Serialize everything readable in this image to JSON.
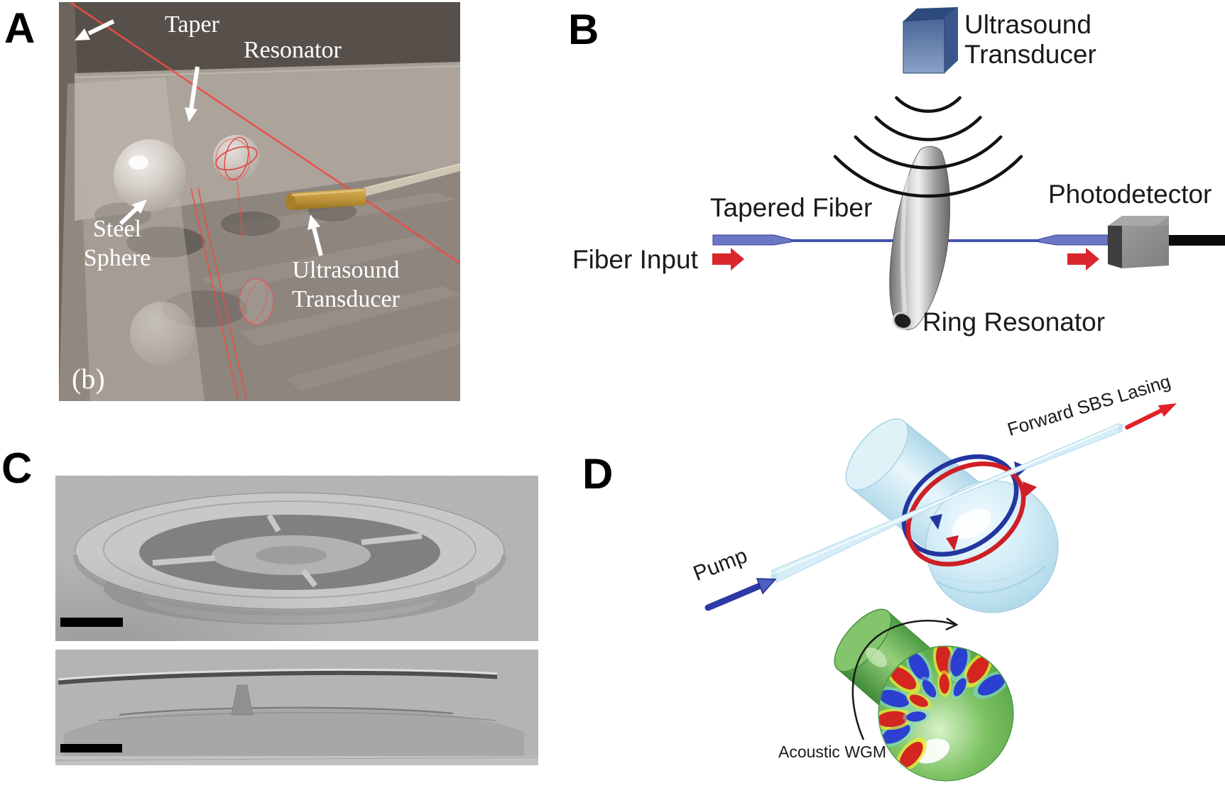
{
  "figure": {
    "panel_letters": {
      "a": "A",
      "b": "B",
      "c": "C",
      "d": "D"
    }
  },
  "panel_a": {
    "labels": {
      "taper": "Taper",
      "resonator": "Resonator",
      "steel_sphere": "Steel\nSphere",
      "ultrasound_transducer": "Ultrasound\nTransducer",
      "subfigure_tag": "(b)"
    }
  },
  "panel_b": {
    "labels": {
      "ultrasound_transducer": "Ultrasound\nTransducer",
      "tapered_fiber": "Tapered Fiber",
      "fiber_input": "Fiber Input",
      "photodetector": "Photodetector",
      "ring_resonator": "Ring Resonator"
    }
  },
  "panel_d": {
    "labels": {
      "forward_sbs_lasing": "Forward SBS Lasing",
      "pump": "Pump",
      "acoustic_wgm": "Acoustic WGM"
    }
  },
  "colors": {
    "laser_red": "#ef4b42",
    "block_arrow_red": "#d8262c",
    "sbs_arrow_red": "#e02128",
    "pump_arrow_blue": "#2b3aa6",
    "fiber_blue": "#6b76c4",
    "transducer_navy": "#2c4a7c",
    "optical_resonator_blue": "#cfeaf4",
    "acoustic_resonator_green": "#6cb95a",
    "sem_background_gray": "#b4b4b4",
    "annotation_white": "#ffffff",
    "label_black": "#1a1a1a"
  }
}
